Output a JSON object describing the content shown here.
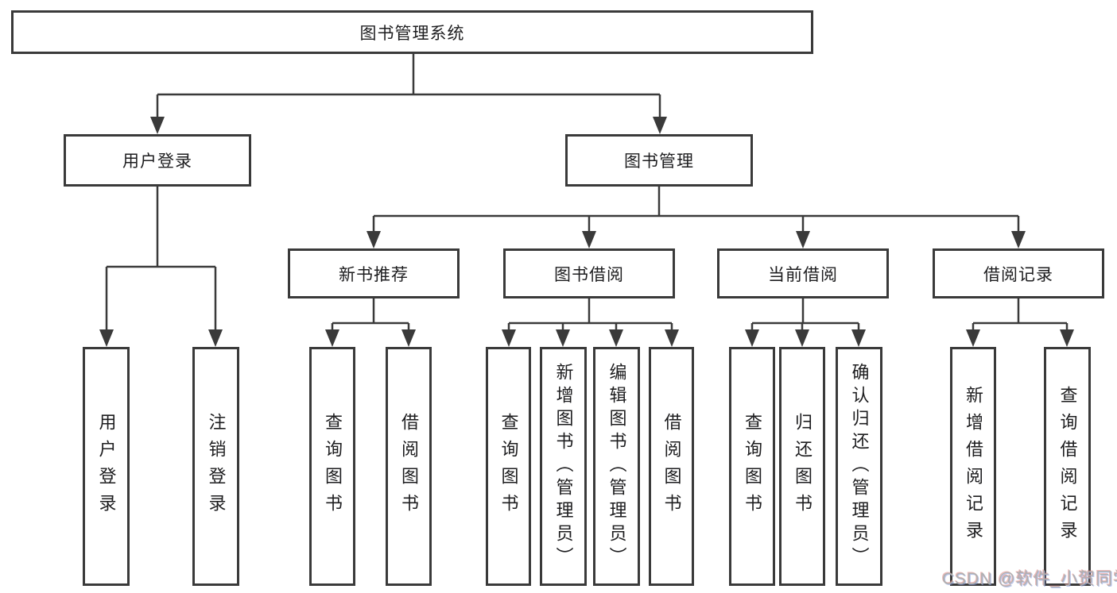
{
  "diagram": {
    "title_node": {
      "label": "图书管理系统"
    },
    "level2": [
      {
        "id": "user-login",
        "label": "用户登录"
      },
      {
        "id": "book-management",
        "label": "图书管理"
      }
    ],
    "level3": [
      {
        "id": "new-book-recommend",
        "parent": "图书管理",
        "label": "新书推荐"
      },
      {
        "id": "book-borrowing",
        "parent": "图书管理",
        "label": "图书借阅"
      },
      {
        "id": "current-borrowing",
        "parent": "图书管理",
        "label": "当前借阅"
      },
      {
        "id": "borrowing-records",
        "parent": "图书管理",
        "label": "借阅记录"
      }
    ],
    "leaves": [
      {
        "parent": "用户登录",
        "label": "用户登录"
      },
      {
        "parent": "用户登录",
        "label": "注销登录"
      },
      {
        "parent": "新书推荐",
        "label": "查询图书"
      },
      {
        "parent": "新书推荐",
        "label": "借阅图书"
      },
      {
        "parent": "图书借阅",
        "label": "查询图书"
      },
      {
        "parent": "图书借阅",
        "label": "新增图书（管理员）"
      },
      {
        "parent": "图书借阅",
        "label": "编辑图书（管理员）"
      },
      {
        "parent": "图书借阅",
        "label": "借阅图书"
      },
      {
        "parent": "当前借阅",
        "label": "查询图书"
      },
      {
        "parent": "当前借阅",
        "label": "归还图书"
      },
      {
        "parent": "当前借阅",
        "label": "确认归还（管理员）"
      },
      {
        "parent": "借阅记录",
        "label": "新增借阅记录"
      },
      {
        "parent": "借阅记录",
        "label": "查询借阅记录"
      }
    ],
    "colors": {
      "line": "#3a3a3a",
      "text": "#1d1d1f",
      "watermark": "#b0b0b0"
    }
  },
  "watermark": {
    "text": "CSDN @软件_小贺同学"
  }
}
